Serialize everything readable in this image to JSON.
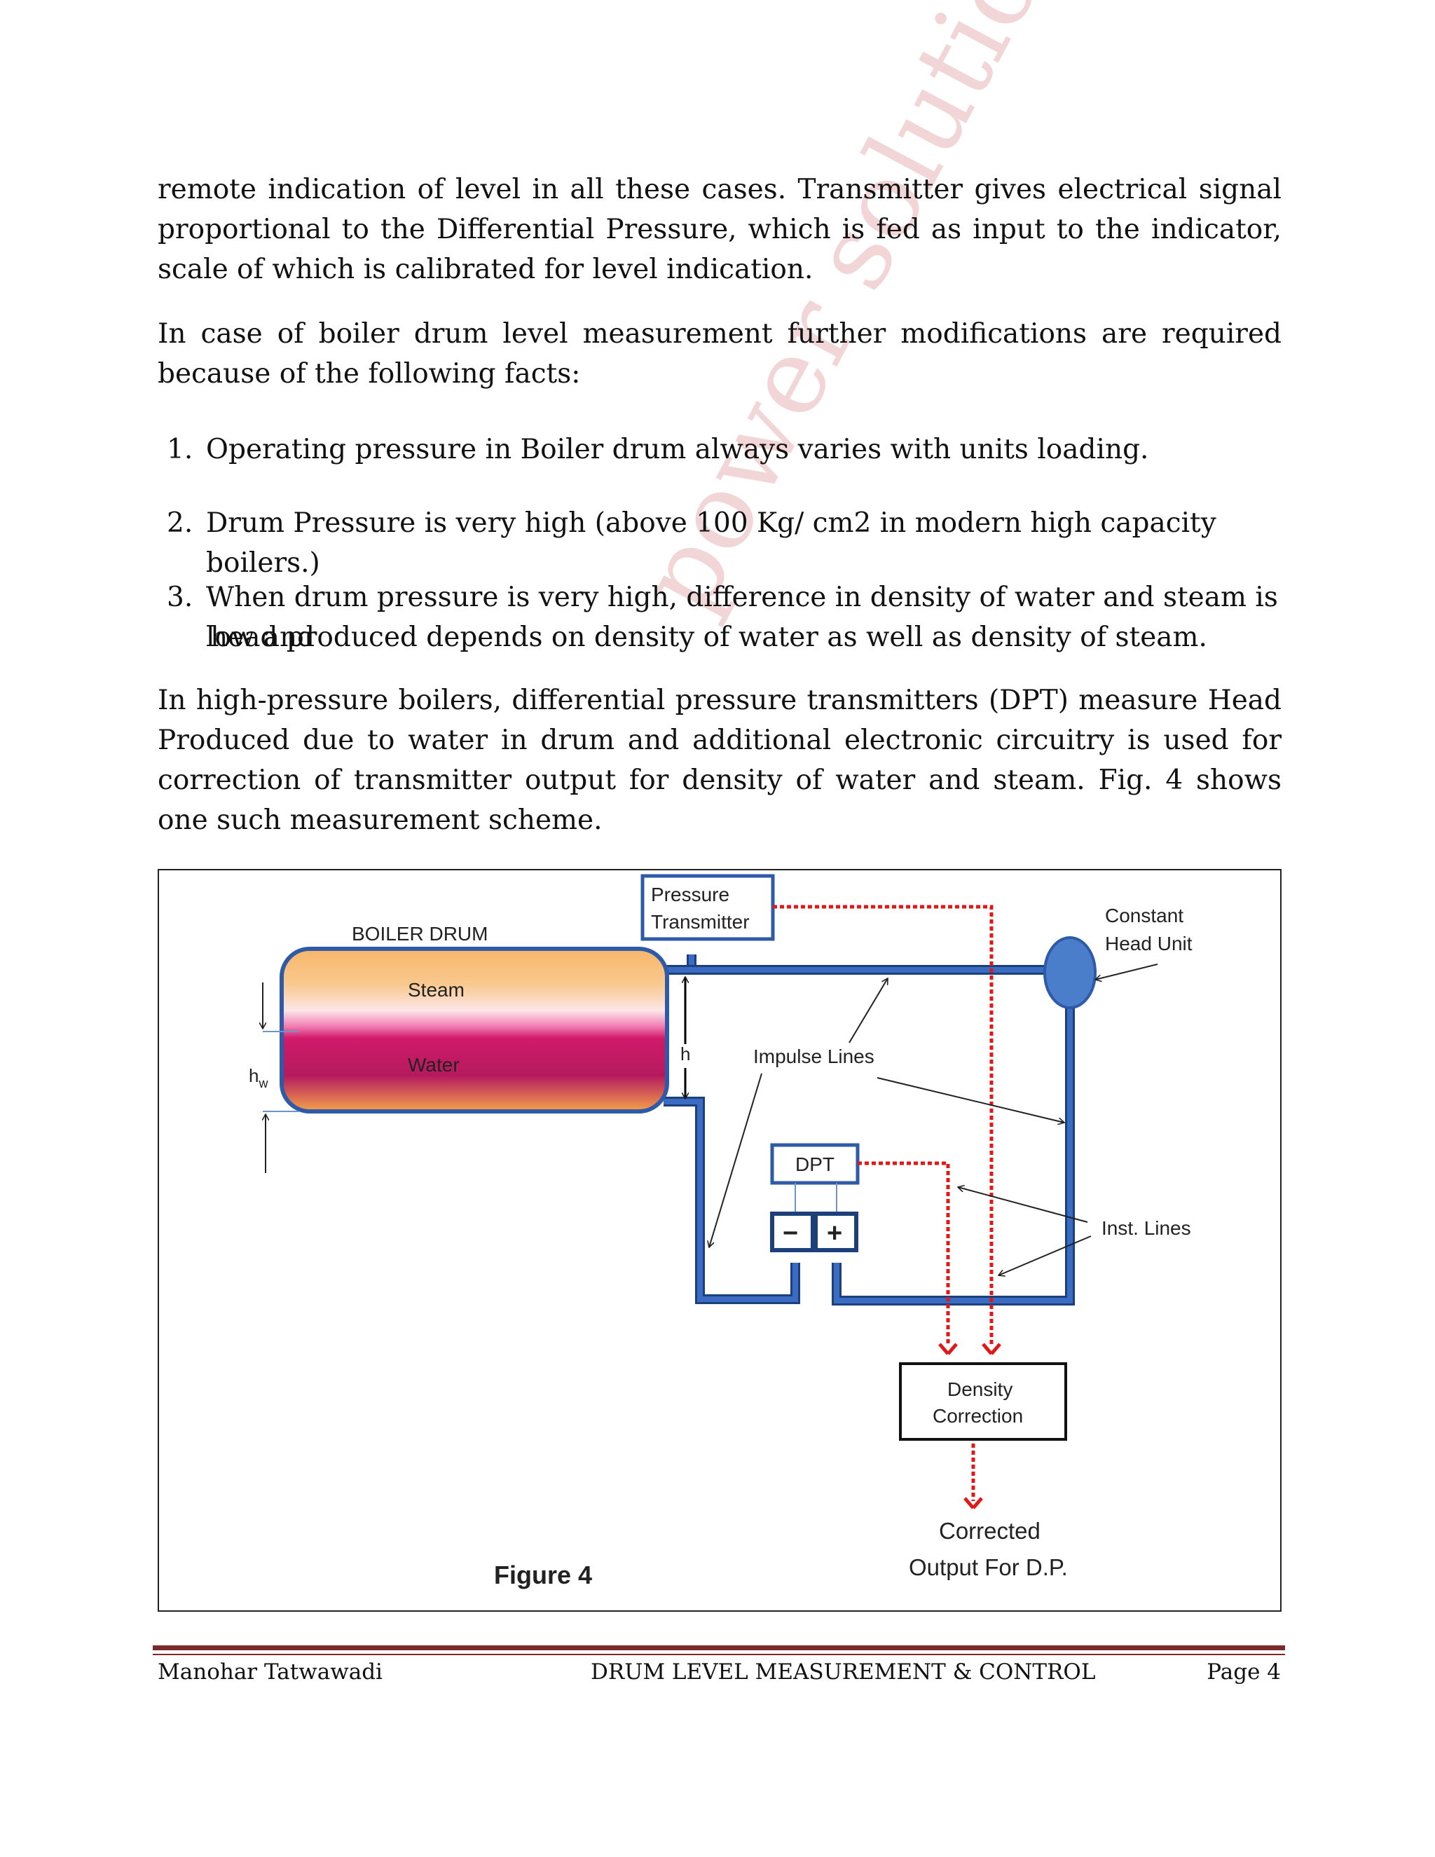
{
  "body": {
    "paragraph1": "remote indication of level in all these cases.  Transmitter gives electrical signal proportional to the Differential Pressure, which is fed as input to the indicator, scale of which is calibrated for level indication.",
    "paragraph2": "In case of boiler drum level measurement further modifications are required because of the following facts:",
    "list": [
      {
        "num": "1.",
        "text": "Operating pressure in Boiler drum always varies with units loading."
      },
      {
        "num": "2.",
        "text": "Drum Pressure is very high (above 100 Kg/ cm2 in modern high capacity boilers.)"
      },
      {
        "num": "3.",
        "text": "When drum pressure is very high, difference in density of water and steam is low and",
        "text2": "head produced depends on density of water as well as density of steam."
      }
    ],
    "paragraph3": "In high-pressure boilers, differential pressure transmitters (DPT) measure Head Produced due to water in drum and additional electronic circuitry is used for correction of transmitter output for density of water and steam. Fig. 4 shows one such measurement scheme."
  },
  "watermark": "power solutions",
  "figure": {
    "pressure_transmitter_1": "Pressure",
    "pressure_transmitter_2": "Transmitter",
    "boiler_drum": "BOILER DRUM",
    "steam": "Steam",
    "water": "Water",
    "hw": "h",
    "hw_sub": "w",
    "h": "h",
    "impulse_lines": "Impulse Lines",
    "constant_head_1": "Constant",
    "constant_head_2": "Head Unit",
    "dpt": "DPT",
    "minus": "−",
    "plus": "+",
    "inst_lines": "Inst. Lines",
    "density_1": "Density",
    "density_2": "Correction",
    "corrected_1": "Corrected",
    "corrected_2": "Output For D.P.",
    "caption": "Figure 4"
  },
  "footer": {
    "author": "Manohar Tatwawadi",
    "title": "DRUM LEVEL MEASUREMENT & CONTROL",
    "page": "Page 4"
  },
  "colors": {
    "pipe": "#2e5aa8",
    "signal": "#e01818",
    "rule": "#7a2a2a"
  }
}
